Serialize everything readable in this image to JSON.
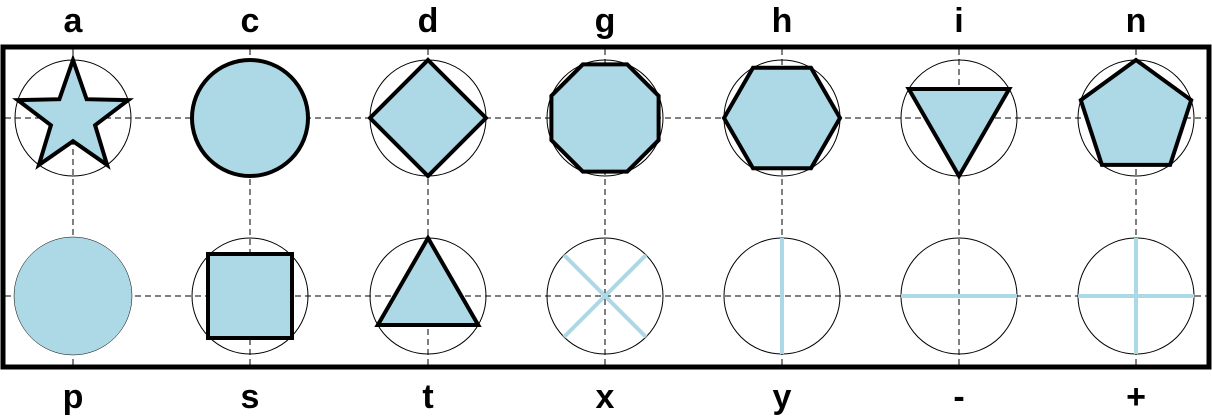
{
  "fill_color": "#add8e6",
  "stroke_color": "#000000",
  "top_row": [
    {
      "code": "a",
      "shape": "star"
    },
    {
      "code": "c",
      "shape": "circle"
    },
    {
      "code": "d",
      "shape": "diamond"
    },
    {
      "code": "g",
      "shape": "octagon"
    },
    {
      "code": "h",
      "shape": "hexagon"
    },
    {
      "code": "i",
      "shape": "inverted-triangle"
    },
    {
      "code": "n",
      "shape": "pentagon"
    }
  ],
  "bottom_row": [
    {
      "code": "p",
      "shape": "point"
    },
    {
      "code": "s",
      "shape": "square"
    },
    {
      "code": "t",
      "shape": "triangle"
    },
    {
      "code": "x",
      "shape": "cross"
    },
    {
      "code": "y",
      "shape": "vertical-dash"
    },
    {
      "code": "-",
      "shape": "horizontal-dash"
    },
    {
      "code": "+",
      "shape": "plus"
    }
  ]
}
